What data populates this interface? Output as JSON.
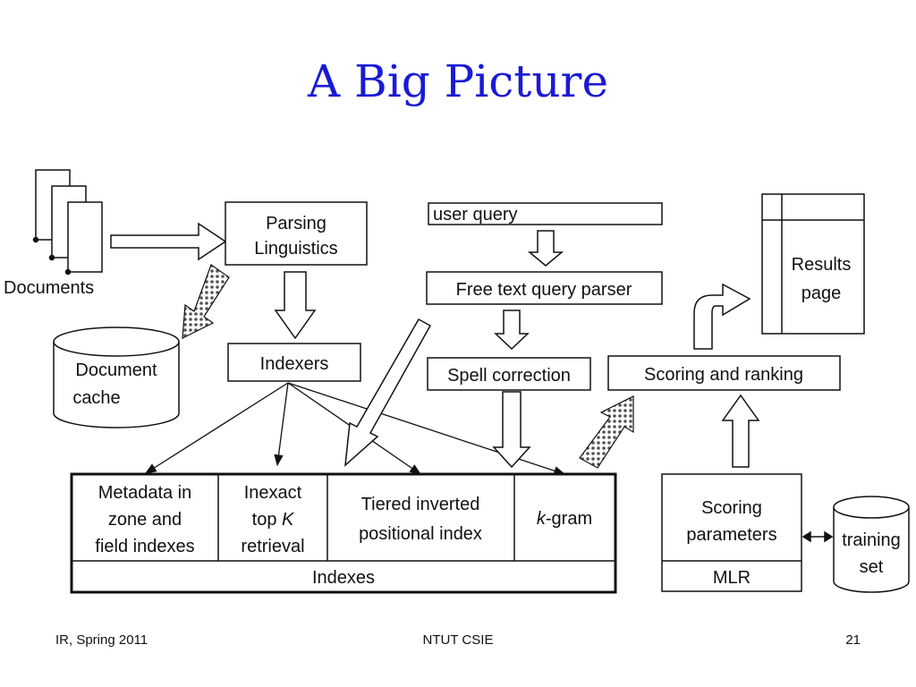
{
  "slide": {
    "title": "A Big Picture",
    "footer_left": "IR, Spring 2011",
    "footer_center": "NTUT CSIE",
    "page_number": "21"
  },
  "diagram": {
    "documents_label": "Documents",
    "parsing_line1": "Parsing",
    "parsing_line2": "Linguistics",
    "document_cache_line1": "Document",
    "document_cache_line2": "cache",
    "indexers_label": "Indexers",
    "user_query_label": "user query",
    "free_text_parser_label": "Free text query parser",
    "spell_correction_label": "Spell correction",
    "scoring_ranking_label": "Scoring and ranking",
    "results_line1": "Results",
    "results_line2": "page",
    "indexes": {
      "metadata_line1": "Metadata in",
      "metadata_line2": "zone and",
      "metadata_line3": "field indexes",
      "inexact_line1": "Inexact",
      "inexact_line2_prefix": "top ",
      "inexact_line2_italic": "K",
      "inexact_line3": "retrieval",
      "tiered_line1": "Tiered inverted",
      "tiered_line2": "positional index",
      "kgram_italic": "k",
      "kgram_suffix": "-gram",
      "footer_label": "Indexes"
    },
    "scoring_params_line1": "Scoring",
    "scoring_params_line2": "parameters",
    "mlr_label": "MLR",
    "training_line1": "training",
    "training_line2": "set"
  }
}
